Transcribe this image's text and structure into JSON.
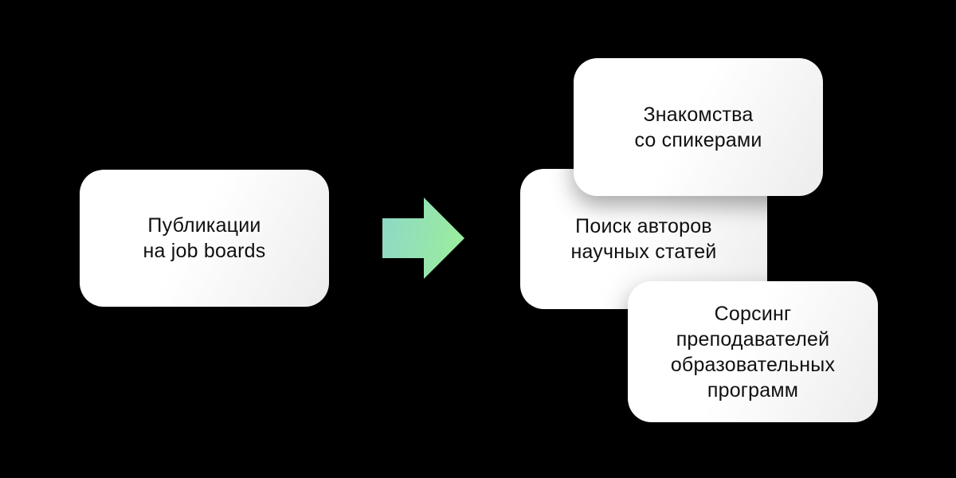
{
  "theme": {
    "background_color": "#000000",
    "card_gradient_start": "#ffffff",
    "card_gradient_end": "#ececec",
    "text_color": "#101010"
  },
  "diagram": {
    "source_card": {
      "label": "Публикации\nна job boards"
    },
    "arrow": {
      "name": "arrow-right",
      "gradient_start": "#8ed8c7",
      "gradient_end": "#9bef9a"
    },
    "target_cards": [
      {
        "label": "Знакомства\nсо спикерами"
      },
      {
        "label": "Поиск авторов\nнаучных статей"
      },
      {
        "label": "Сорсинг\nпреподавателей\nобразовательных\nпрограмм"
      }
    ]
  }
}
